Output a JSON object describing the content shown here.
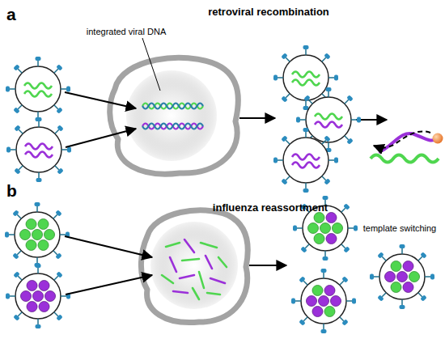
{
  "diagram": {
    "labels": [
      "a",
      "retroviral recombination",
      "integrated viral DNA",
      "template switching",
      "b",
      "influenza reassortment"
    ]
  }
}
